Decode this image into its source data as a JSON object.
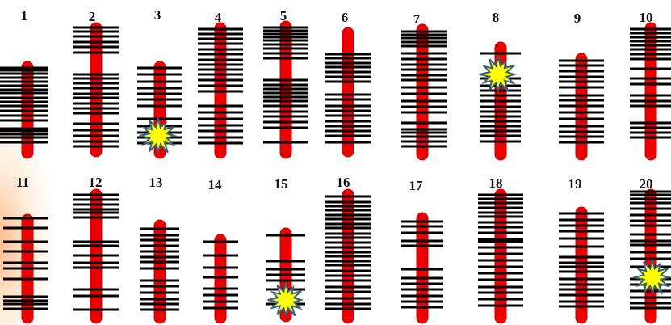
{
  "figure": {
    "colors": {
      "chromosome": "#ee0000",
      "chromosome_edge": "#c40000",
      "band": "#000000",
      "marker_fill": "#ffff00",
      "marker_stroke": "#36607a",
      "label": "#111111"
    },
    "chromosomes": [
      {
        "label": "1"
      },
      {
        "label": "2"
      },
      {
        "label": "3"
      },
      {
        "label": "4"
      },
      {
        "label": "5"
      },
      {
        "label": "6"
      },
      {
        "label": "7"
      },
      {
        "label": "8"
      },
      {
        "label": "9"
      },
      {
        "label": "10"
      },
      {
        "label": "11"
      },
      {
        "label": "12"
      },
      {
        "label": "13"
      },
      {
        "label": "14"
      },
      {
        "label": "15"
      },
      {
        "label": "16"
      },
      {
        "label": "17"
      },
      {
        "label": "18"
      },
      {
        "label": "19"
      },
      {
        "label": "20"
      }
    ],
    "markers_on": [
      "3",
      "8",
      "15",
      "20"
    ]
  }
}
